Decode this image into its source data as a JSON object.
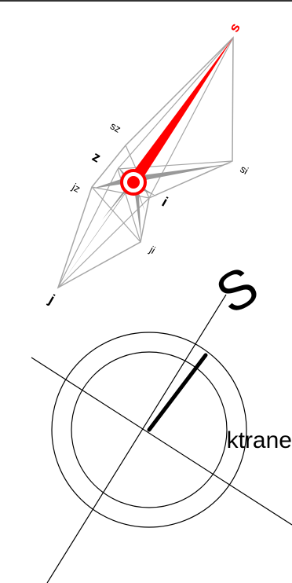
{
  "rose": {
    "labels": {
      "s": "s",
      "sz": "sz",
      "z": "z",
      "si": "si",
      "jz": "jz",
      "i": "i",
      "ji": "ji",
      "j": "j"
    },
    "colors": {
      "needle": "#ff0000",
      "outline": "#a6a6a6",
      "fill": "#999999",
      "label_dark": "#000000",
      "label_accent": "#ff0000"
    }
  },
  "compass": {
    "letter": "S",
    "side_text": "ktrane",
    "colors": {
      "lines": "#000000"
    }
  }
}
